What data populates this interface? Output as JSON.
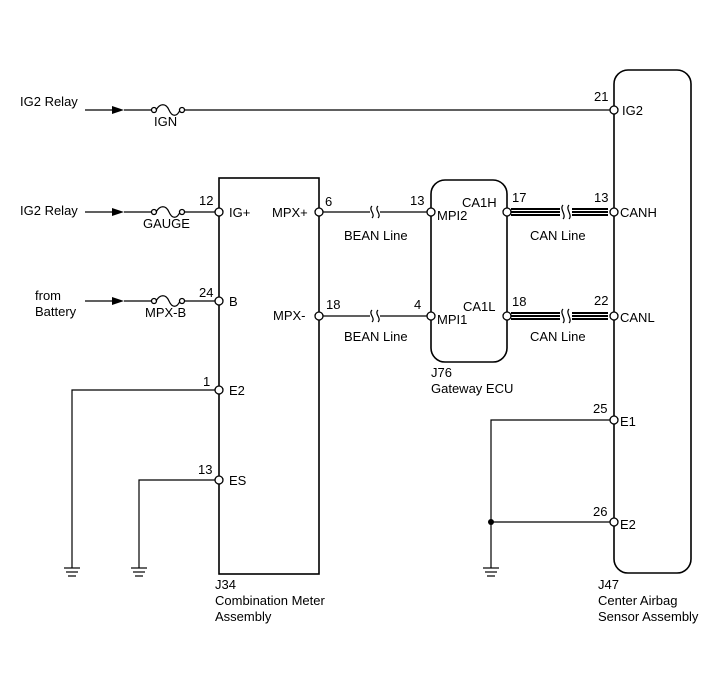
{
  "inputs": {
    "ig2_relay_1": "IG2 Relay",
    "ig2_relay_2": "IG2 Relay",
    "from_battery_line1": "from",
    "from_battery_line2": "Battery"
  },
  "fuses": {
    "ign": "IGN",
    "gauge": "GAUGE",
    "mpx_b": "MPX-B"
  },
  "combination_meter": {
    "code": "J34",
    "name_line1": "Combination Meter",
    "name_line2": "Assembly",
    "pins": {
      "ig_plus": {
        "num": "12",
        "label": "IG+"
      },
      "b": {
        "num": "24",
        "label": "B"
      },
      "e2": {
        "num": "1",
        "label": "E2"
      },
      "es": {
        "num": "13",
        "label": "ES"
      },
      "mpx_plus": {
        "num": "6",
        "label": "MPX+"
      },
      "mpx_minus": {
        "num": "18",
        "label": "MPX-"
      }
    }
  },
  "gateway_ecu": {
    "code": "J76",
    "name": "Gateway ECU",
    "pins": {
      "mpi2": {
        "num": "13",
        "label": "MPI2"
      },
      "mpi1": {
        "num": "4",
        "label": "MPI1"
      },
      "ca1h": {
        "num": "17",
        "label": "CA1H"
      },
      "ca1l": {
        "num": "18",
        "label": "CA1L"
      }
    }
  },
  "airbag_sensor": {
    "code": "J47",
    "name_line1": "Center Airbag",
    "name_line2": "Sensor Assembly",
    "pins": {
      "ig2": {
        "num": "21",
        "label": "IG2"
      },
      "canh": {
        "num": "13",
        "label": "CANH"
      },
      "canl": {
        "num": "22",
        "label": "CANL"
      },
      "e1": {
        "num": "25",
        "label": "E1"
      },
      "e2": {
        "num": "26",
        "label": "E2"
      }
    }
  },
  "lines": {
    "bean_upper": "BEAN Line",
    "bean_lower": "BEAN Line",
    "can_upper": "CAN Line",
    "can_lower": "CAN Line"
  }
}
